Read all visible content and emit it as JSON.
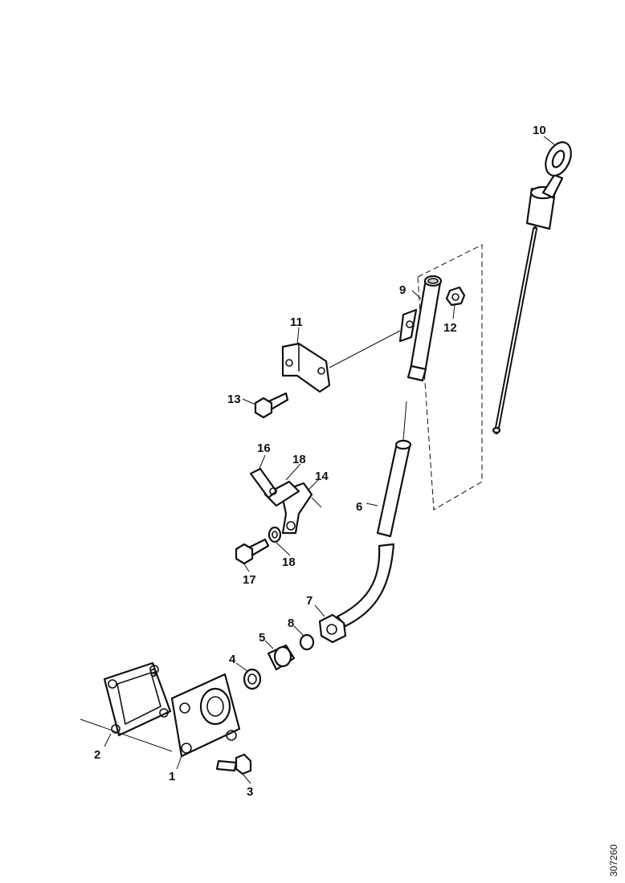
{
  "diagram": {
    "callouts": {
      "c1": "1",
      "c2": "2",
      "c3a": "3",
      "c3b": "3",
      "c4": "4",
      "c5": "5",
      "c6": "6",
      "c7": "7",
      "c8": "8",
      "c9": "9",
      "c10": "10",
      "c11": "11",
      "c12": "12",
      "c13": "13",
      "c14": "14",
      "c16": "16",
      "c17": "17",
      "c18a": "18",
      "c18b": "18"
    },
    "reference_number": "307260"
  }
}
